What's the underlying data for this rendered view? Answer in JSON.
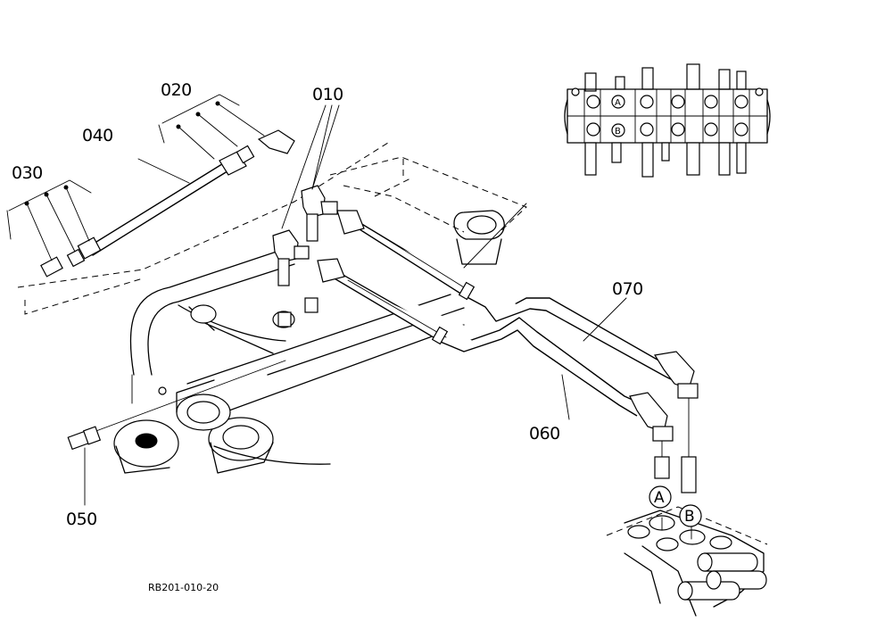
{
  "parts": {
    "p010": "010",
    "p020": "020",
    "p030": "030",
    "p040": "040",
    "p050": "050",
    "p060": "060",
    "p070": "070"
  },
  "ports": {
    "a": "A",
    "b": "B"
  },
  "drawing_code": "RB201-010-20"
}
